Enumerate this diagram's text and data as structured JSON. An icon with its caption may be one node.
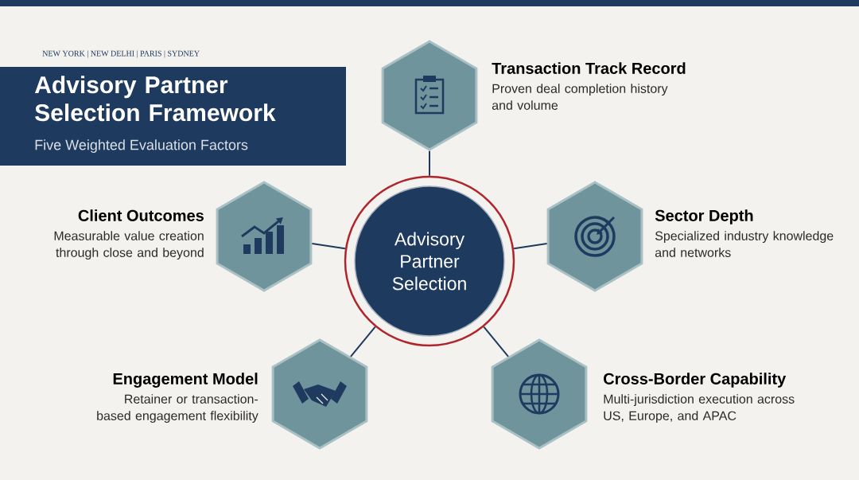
{
  "diagram": {
    "nodes": [
      {
        "text": [
          "Advisory Partner Selection Framework",
          "Five Weighted Evaluation Factors"
        ]
      },
      {
        "text": [
          "Transaction Track Record",
          "Proven deal completion history and volume"
        ]
      },
      {
        "text": [
          "Client Outcomes",
          "Measurable value creation through close and beyond"
        ]
      },
      {
        "text": [
          "Advisory Partner Selection"
        ]
      },
      {
        "text": [
          "Sector Depth",
          "Specialized industry knowledge and networks"
        ]
      },
      {
        "text": [
          "Engagement Model",
          "Retainer or transaction-based engagement flexibility"
        ]
      },
      {
        "text": [
          "Cross-Border Capability",
          "Multi-jurisdiction execution across US, Europe, and APAC"
        ]
      }
    ],
    "edges": [
      {
        "from": 3,
        "to": 1,
        "arrow": "none"
      },
      {
        "from": 3,
        "to": 2,
        "arrow": "none"
      },
      {
        "from": 3,
        "to": 4,
        "arrow": "none"
      },
      {
        "from": 3,
        "to": 5,
        "arrow": "none"
      },
      {
        "from": 3,
        "to": 6,
        "arrow": "none"
      }
    ],
    "labels": [
      "NEW YORK | NEW DELHI | PARIS | SYDNEY"
    ]
  }
}
